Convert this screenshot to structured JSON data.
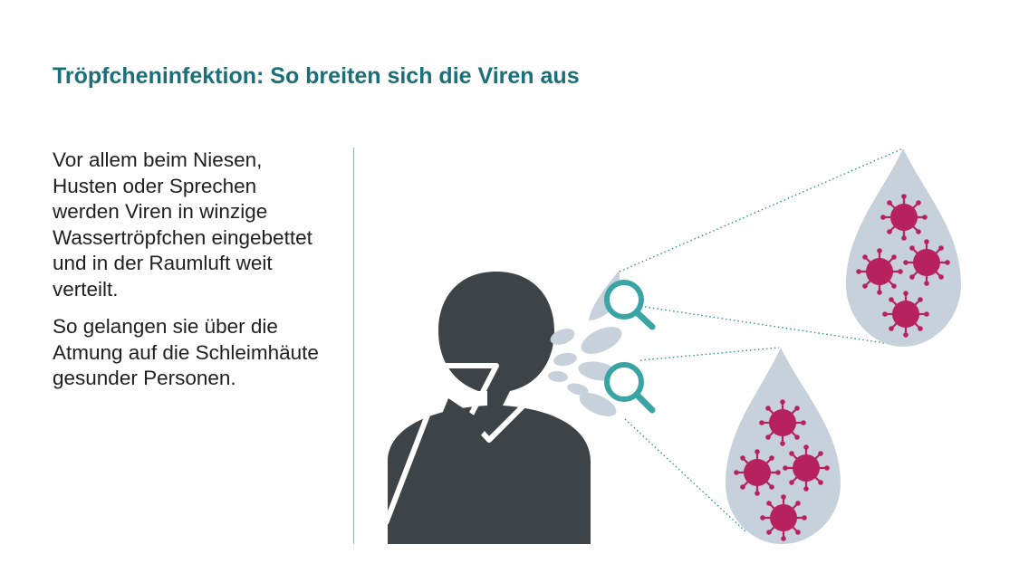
{
  "slide": {
    "title": "Tröpfcheninfektion: So breiten sich die Viren aus",
    "paragraphs": [
      [
        "Vor allem beim Niesen,",
        "Husten oder Sprechen",
        "werden Viren in winzige",
        "Wassertröpfchen eingebettet",
        "und in der Raumluft weit",
        "verteilt."
      ],
      [
        "So gelangen sie über die",
        "Atmung auf die Schleimhäute",
        "gesunder Personen."
      ]
    ]
  },
  "colors": {
    "title": "#1a6f78",
    "person": "#3d4347",
    "droplet": "#c6d1dc",
    "magnifier": "#3aa3a3",
    "virus": "#b7215d",
    "divider": "#8fb3bd"
  },
  "icons": [
    "person-icon",
    "magnifier-icon",
    "virus-icon",
    "droplet-icon"
  ]
}
